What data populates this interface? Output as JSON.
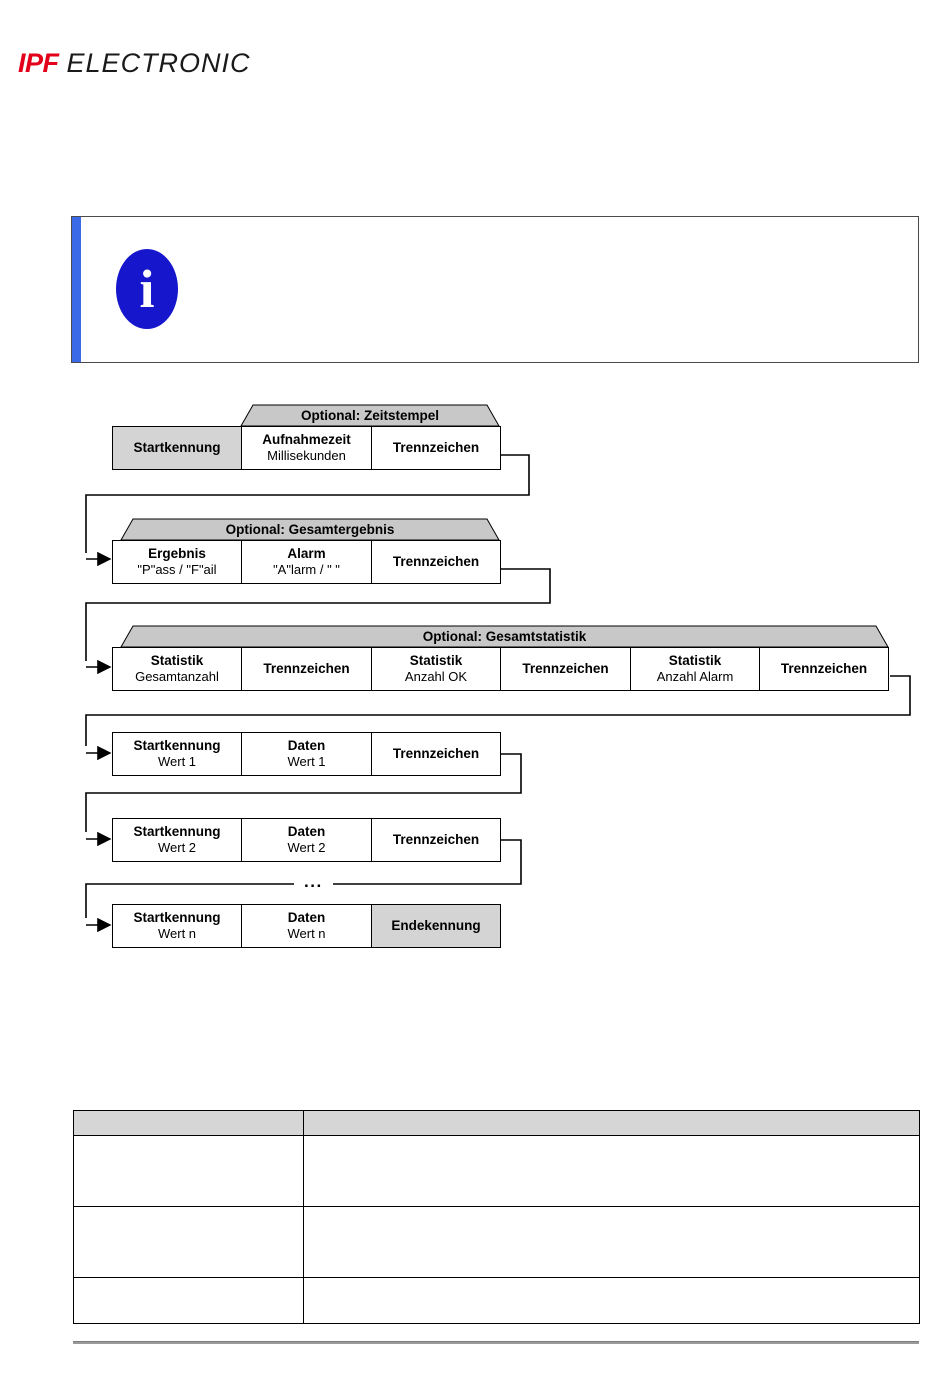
{
  "brand": {
    "name_bold": "IPF",
    "name_light": "ELECTRONIC"
  },
  "note": {
    "icon": "info-icon",
    "glyph": "i",
    "bar_color": "#3a6ae8",
    "icon_color": "#1616cc",
    "text": ""
  },
  "diagram": {
    "title": "",
    "groups": [
      {
        "label": "Optional: Zeitstempel"
      },
      {
        "label": "Optional: Gesamtergebnis"
      },
      {
        "label": "Optional: Gesamtstatistik"
      }
    ],
    "rows": [
      {
        "group": "Optional: Zeitstempel",
        "cells": [
          {
            "t1": "Startkennung",
            "t2": "",
            "shaded": true
          },
          {
            "t1": "Aufnahmezeit",
            "t2": "Millisekunden",
            "shaded": false
          },
          {
            "t1": "Trennzeichen",
            "t2": "",
            "shaded": false
          }
        ]
      },
      {
        "group": "Optional: Gesamtergebnis",
        "cells": [
          {
            "t1": "Ergebnis",
            "t2": "\"P\"ass / \"F\"ail",
            "shaded": false
          },
          {
            "t1": "Alarm",
            "t2": "\"A\"larm / \" \"",
            "shaded": false
          },
          {
            "t1": "Trennzeichen",
            "t2": "",
            "shaded": false
          }
        ]
      },
      {
        "group": "Optional: Gesamtstatistik",
        "cells": [
          {
            "t1": "Statistik",
            "t2": "Gesamtanzahl",
            "shaded": false
          },
          {
            "t1": "Trennzeichen",
            "t2": "",
            "shaded": false
          },
          {
            "t1": "Statistik",
            "t2": "Anzahl OK",
            "shaded": false
          },
          {
            "t1": "Trennzeichen",
            "t2": "",
            "shaded": false
          },
          {
            "t1": "Statistik",
            "t2": "Anzahl Alarm",
            "shaded": false
          },
          {
            "t1": "Trennzeichen",
            "t2": "",
            "shaded": false
          }
        ]
      },
      {
        "group": "",
        "cells": [
          {
            "t1": "Startkennung",
            "t2": "Wert 1",
            "shaded": false
          },
          {
            "t1": "Daten",
            "t2": "Wert 1",
            "shaded": false
          },
          {
            "t1": "Trennzeichen",
            "t2": "",
            "shaded": false
          }
        ]
      },
      {
        "group": "",
        "cells": [
          {
            "t1": "Startkennung",
            "t2": "Wert 2",
            "shaded": false
          },
          {
            "t1": "Daten",
            "t2": "Wert 2",
            "shaded": false
          },
          {
            "t1": "Trennzeichen",
            "t2": "",
            "shaded": false
          }
        ]
      },
      {
        "group": "",
        "cells": [
          {
            "t1": "Startkennung",
            "t2": "Wert n",
            "shaded": false
          },
          {
            "t1": "Daten",
            "t2": "Wert n",
            "shaded": false
          },
          {
            "t1": "Endekennung",
            "t2": "",
            "shaded": true
          }
        ]
      }
    ],
    "continuation_marker": "..."
  },
  "table": {
    "headers": [
      "",
      ""
    ],
    "rows": [
      [
        "",
        ""
      ],
      [
        "",
        ""
      ],
      [
        "",
        ""
      ]
    ]
  }
}
